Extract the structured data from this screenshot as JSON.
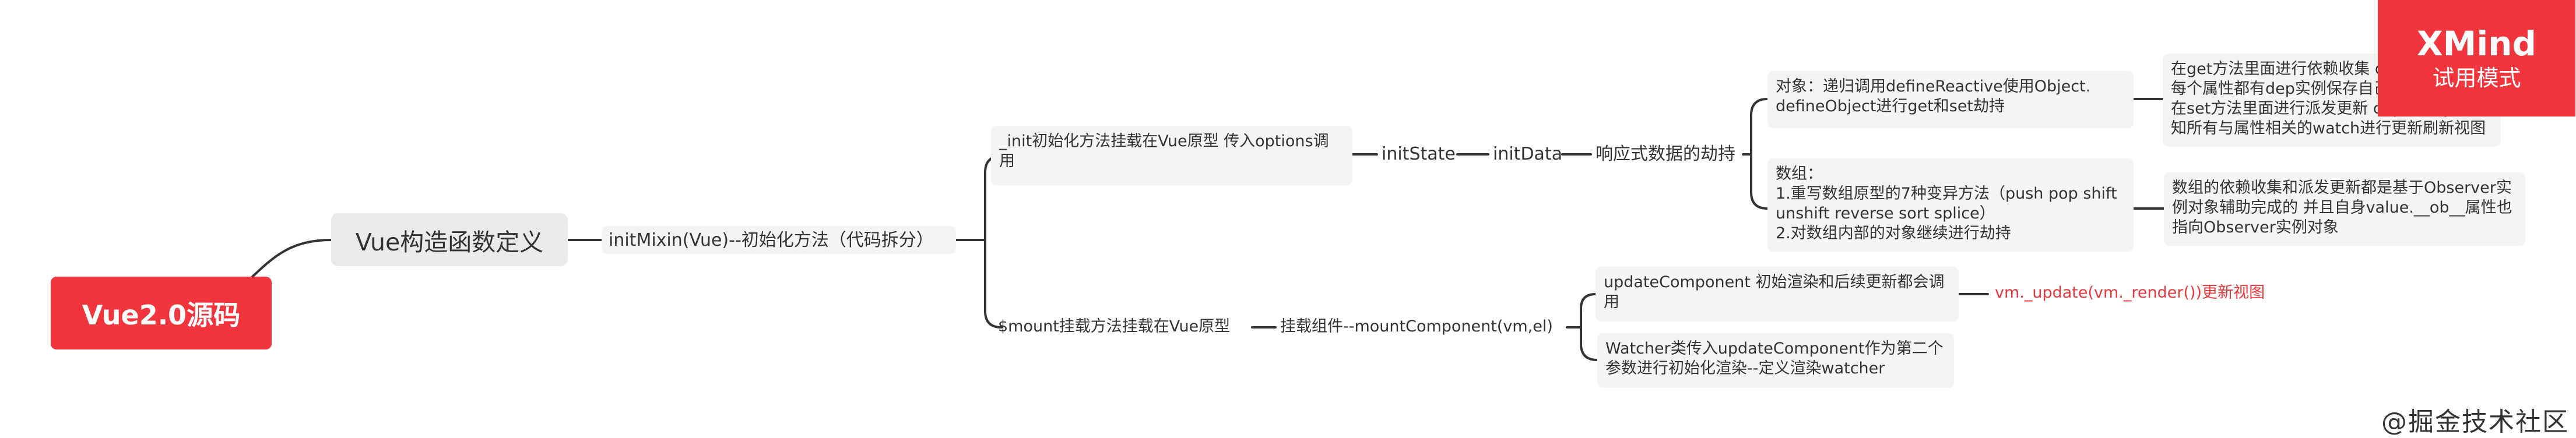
{
  "root": "Vue2.0源码",
  "main": "Vue构造函数定义",
  "initMixin": "initMixin(Vue)--初始化方法（代码拆分）",
  "init": "_init初始化方法挂载在Vue原型 传入options调用",
  "initState": "initState",
  "initData": "initData",
  "reactive": "响应式数据的劫持",
  "object_node": "对象：递归调用defineReactive使用Object.\ndefineObject进行get和set劫持",
  "object_detail": "在get方法里面进行依赖收集 dep.depend() 每个属性都有dep实例保存自己的watcher\n在set方法里面进行派发更新 dep.notify()--通知所有与属性相关的watch进行更新刷新视图",
  "array_node": "数组：\n1.重写数组原型的7种变异方法（push pop shift unshift reverse sort splice）\n2.对数组内部的对象继续进行劫持",
  "array_detail": "数组的依赖收集和派发更新都是基于Observer实例对象辅助完成的  并且自身value.__ob__属性也指向Observer实例对象",
  "mount": "$mount挂载方法挂载在Vue原型",
  "mountComponent": "挂载组件--mountComponent(vm,el)",
  "updateComponent": "updateComponent 初始渲染和后续更新都会调用",
  "vm_update": "vm._update(vm._render())更新视图",
  "watcher": "Watcher类传入updateComponent作为第二个参数进行初始化渲染--定义渲染watcher",
  "badge": {
    "title": "XMind",
    "subtitle": "试用模式"
  },
  "watermark": "@掘金技术社区",
  "colors": {
    "accent": "#f0363c",
    "line": "#333333",
    "node_bg": "#f4f4f4"
  }
}
